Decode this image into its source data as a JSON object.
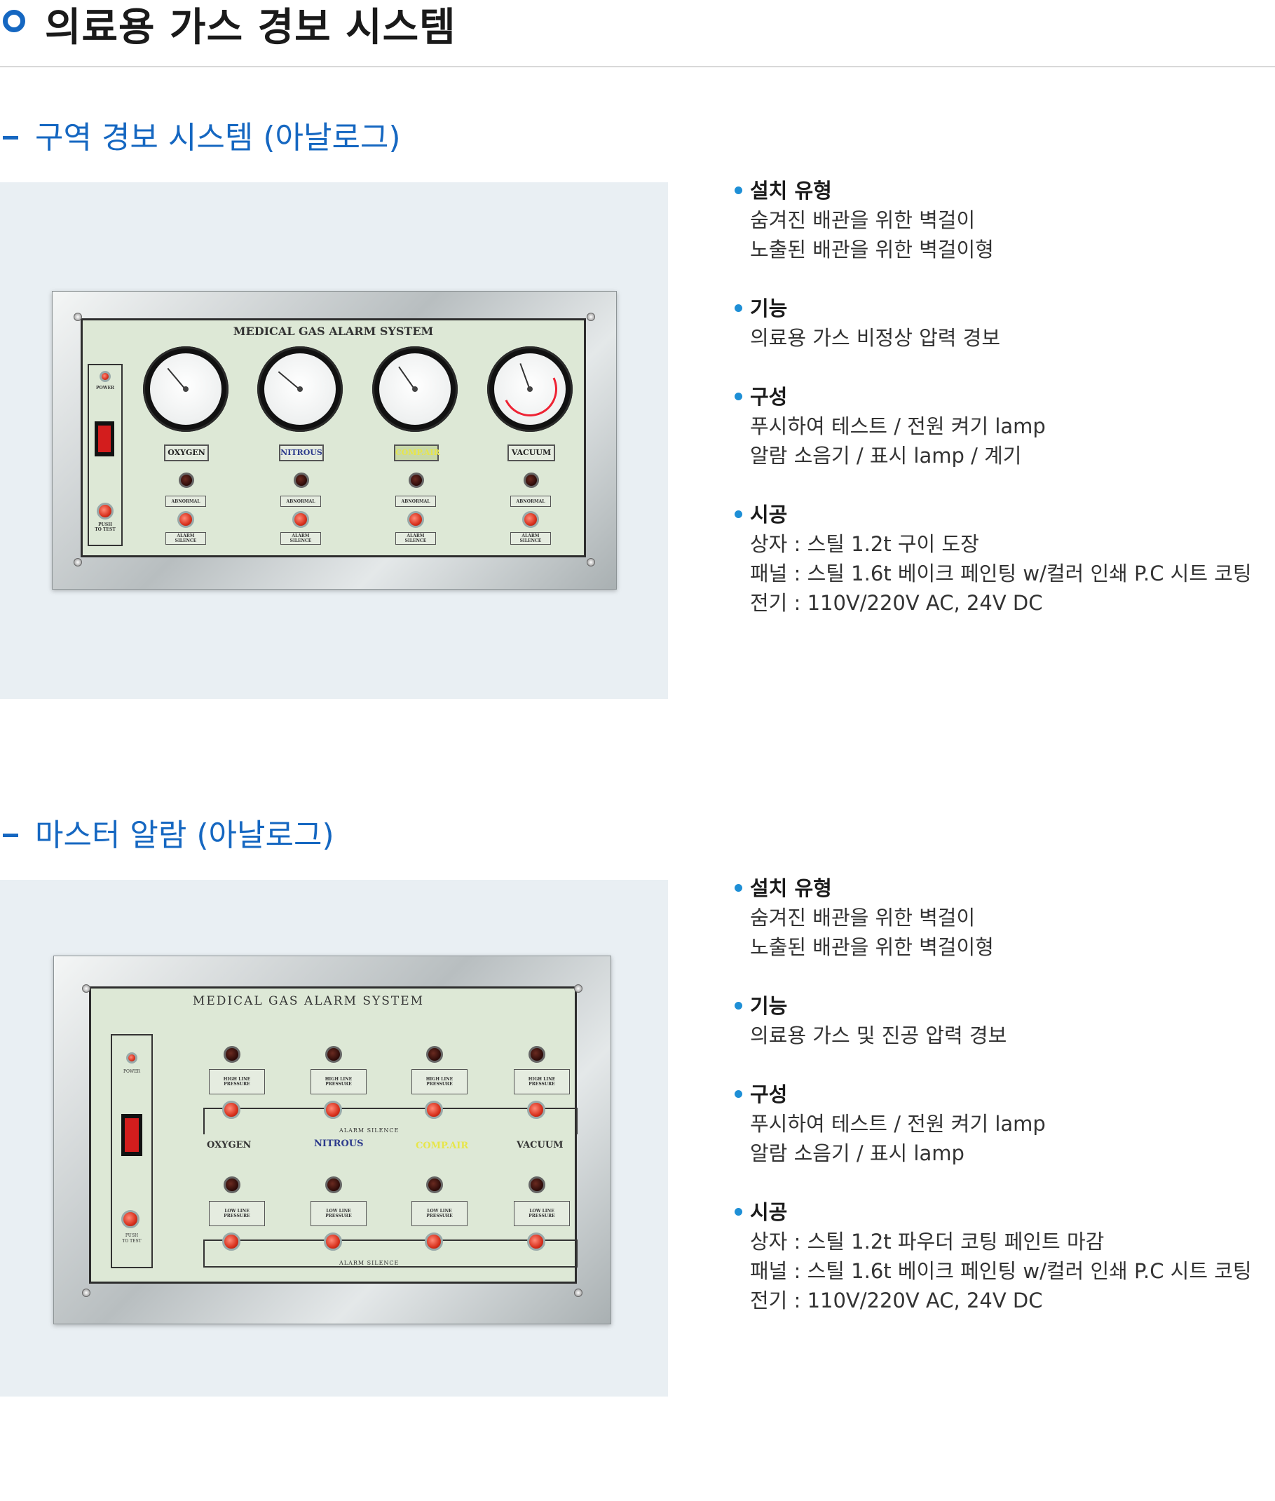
{
  "page": {
    "title": "의료용 가스 경보 시스템"
  },
  "sections": [
    {
      "title": "구역 경보 시스템 (아날로그)",
      "panel": {
        "heading": "MEDICAL GAS ALARM SYSTEM",
        "power_label": "POWER",
        "push_label": "PUSH\nTO TEST",
        "gases": [
          "OXYGEN",
          "NITROUS",
          "COMP.AIR",
          "VACUUM"
        ],
        "abnormal_label": "ABNORMAL",
        "silence_label": "ALARM\nSILENCE"
      },
      "specs": [
        {
          "head": "설치 유형",
          "lines": [
            "숨겨진 배관을 위한 벽걸이",
            "노출된 배관을 위한 벽걸이형"
          ]
        },
        {
          "head": "기능",
          "lines": [
            "의료용 가스 비정상 압력 경보"
          ]
        },
        {
          "head": "구성",
          "lines": [
            "푸시하여 테스트 / 전원 켜기 lamp",
            "알람 소음기 / 표시 lamp / 계기"
          ]
        },
        {
          "head": "시공",
          "lines": [
            "상자 : 스틸 1.2t 구이 도장",
            "패널 : 스틸 1.6t 베이크 페인팅 w/컬러 인쇄 P.C 시트 코팅",
            "전기 : 110V/220V AC, 24V DC"
          ]
        }
      ]
    },
    {
      "title": "마스터 알람 (아날로그)",
      "panel": {
        "heading": "MEDICAL GAS ALARM SYSTEM",
        "power_label": "POWER",
        "push_label": "PUSH\nTO TEST",
        "gases": [
          "OXYGEN",
          "NITROUS",
          "COMP.AIR",
          "VACUUM"
        ],
        "high_label": "HIGH LINE\nPRESSURE",
        "low_label": "LOW LINE\nPRESSURE",
        "silence_label": "ALARM SILENCE"
      },
      "specs": [
        {
          "head": "설치 유형",
          "lines": [
            "숨겨진 배관을 위한 벽걸이",
            "노출된 배관을 위한 벽걸이형"
          ]
        },
        {
          "head": "기능",
          "lines": [
            "의료용 가스 및 진공 압력 경보"
          ]
        },
        {
          "head": "구성",
          "lines": [
            "푸시하여 테스트 / 전원 켜기 lamp",
            "알람 소음기 / 표시 lamp"
          ]
        },
        {
          "head": "시공",
          "lines": [
            "상자 : 스틸 1.2t 파우더 코팅 페인트 마감",
            "패널 : 스틸 1.6t 베이크 페인팅 w/컬러 인쇄 P.C 시트 코팅",
            "전기 : 110V/220V AC, 24V DC"
          ]
        }
      ]
    }
  ]
}
